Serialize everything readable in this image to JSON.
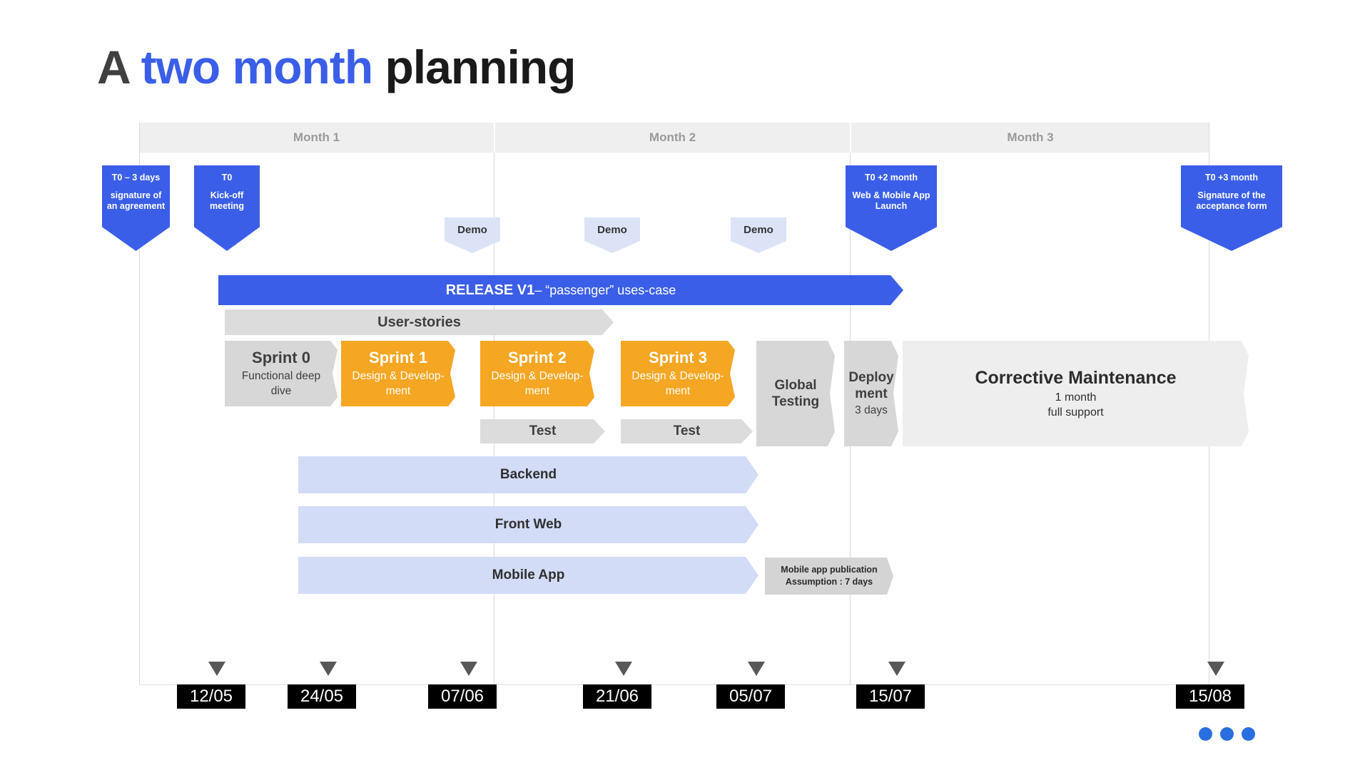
{
  "title": {
    "part1": "A ",
    "part2": "two month",
    "part3": " planning"
  },
  "colors": {
    "accent_blue": "#3b5ee8",
    "sprint_orange": "#f5a623",
    "phase_gray": "#d7d7d7",
    "lane_lavender": "#d3dcf7",
    "demo_blue": "#dde3f7",
    "date_label_bg": "#000000"
  },
  "timeline": {
    "months": [
      {
        "label": "Month 1"
      },
      {
        "label": "Month 2"
      },
      {
        "label": "Month 3"
      }
    ]
  },
  "milestones": [
    {
      "top": "T0 – 3 days",
      "body": "signature of an agreement"
    },
    {
      "top": "T0",
      "body": "Kick-off meeting"
    },
    {
      "top": "T0 +2 month",
      "body": "Web & Mobile App Launch"
    },
    {
      "top": "T0 +3 month",
      "body": "Signature of the acceptance form"
    }
  ],
  "demos": [
    {
      "label": "Demo"
    },
    {
      "label": "Demo"
    },
    {
      "label": "Demo"
    }
  ],
  "release": {
    "title": "RELEASE V1",
    "subtitle": " – “passenger” uses-case"
  },
  "user_stories": {
    "label": "User-stories"
  },
  "sprints": [
    {
      "name": "Sprint 0",
      "desc": "Functional deep dive",
      "style": "gray"
    },
    {
      "name": "Sprint 1",
      "desc": "Design & Develop-ment",
      "style": "orange"
    },
    {
      "name": "Sprint 2",
      "desc": "Design & Develop-ment",
      "style": "orange"
    },
    {
      "name": "Sprint 3",
      "desc": "Design & Develop-ment",
      "style": "orange"
    }
  ],
  "sprint_lines": {
    "s1_l1": "Design & Develop-",
    "s1_l2": "ment",
    "s0_l1": "Functional deep",
    "s0_l2": "dive"
  },
  "tests": [
    {
      "label": "Test"
    },
    {
      "label": "Test"
    }
  ],
  "phases": [
    {
      "l1": "Global",
      "l2": "Testing"
    },
    {
      "l1": "Deploy",
      "l2": "ment",
      "l3": "3 days"
    }
  ],
  "maintenance": {
    "title": "Corrective Maintenance",
    "line1": "1 month",
    "line2": "full support"
  },
  "lanes": [
    {
      "label": "Backend"
    },
    {
      "label": "Front Web"
    },
    {
      "label": "Mobile App"
    }
  ],
  "note": {
    "line1": "Mobile app publication",
    "line2": "Assumption : 7 days"
  },
  "dates": [
    {
      "label": "12/05"
    },
    {
      "label": "24/05"
    },
    {
      "label": "07/06"
    },
    {
      "label": "21/06"
    },
    {
      "label": "05/07"
    },
    {
      "label": "15/07"
    },
    {
      "label": "15/08"
    }
  ],
  "pagination": {
    "dot_count": 3
  }
}
